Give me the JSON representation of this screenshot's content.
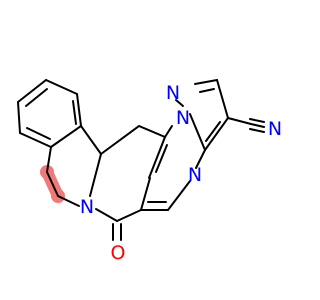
{
  "colors": {
    "carbon": "#000000",
    "nitrogen": "#0000ff",
    "oxygen": "#ff0000",
    "highlight": "#f07a7a",
    "background": "#ffffff"
  },
  "atoms": {
    "n_ring": "N",
    "n_pyrazole_1": "N",
    "n_pyrazole_2": "N",
    "n_pyrimidine": "N",
    "n_nitrile": "N",
    "o_carbonyl": "O"
  }
}
